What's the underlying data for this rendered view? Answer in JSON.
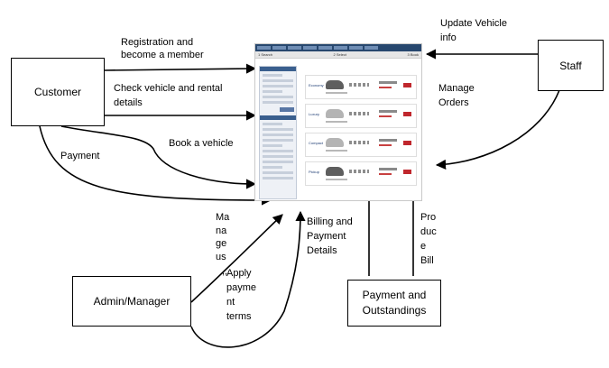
{
  "entities": {
    "customer": "Customer",
    "staff": "Staff",
    "admin": "Admin/Manager",
    "payment": "Payment and\nOutstandings"
  },
  "flows": {
    "registration": "Registration and\nbecome a member",
    "check_vehicle": "Check vehicle and rental\ndetails",
    "book_vehicle": "Book a vehicle",
    "payment": "Payment",
    "update_vehicle": "Update Vehicle\ninfo",
    "manage_orders": "Manage\nOrders",
    "manage_users": "Ma\nna\nge\nus",
    "apply_payment_terms": "Apply\npayme\nnt\nterms",
    "billing": "Billing and\nPayment\nDetails",
    "produce_bill": "Pro\nduc\ne\nBill"
  },
  "site": {
    "steps": [
      "1  Search",
      "2  Select",
      "3  Book"
    ],
    "cars": [
      "Economy",
      "Luxury",
      "Compact",
      "Pickup"
    ]
  },
  "colors": {
    "arrow": "#000000",
    "site_nav": "#27476e",
    "book_button": "#c0272d"
  }
}
